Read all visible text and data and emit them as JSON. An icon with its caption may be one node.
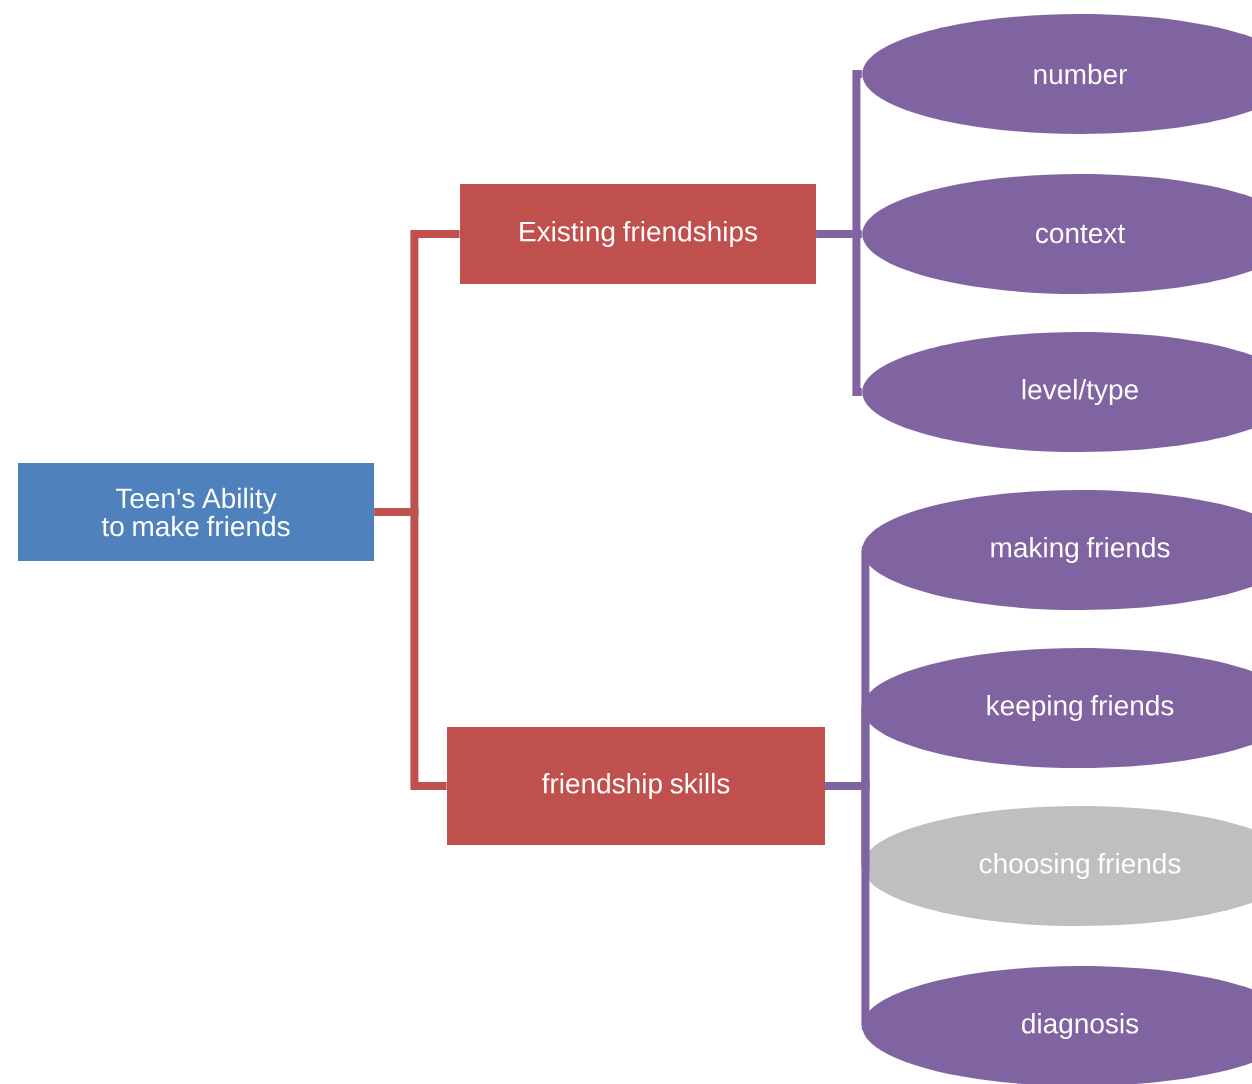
{
  "diagram": {
    "nodes": [
      {
        "text": [
          "Teen's Ability to make friends"
        ]
      },
      {
        "text": [
          "Existing friendships"
        ]
      },
      {
        "text": [
          "friendship skills"
        ]
      },
      {
        "text": [
          "number"
        ]
      },
      {
        "text": [
          "context"
        ]
      },
      {
        "text": [
          "level/type"
        ]
      },
      {
        "text": [
          "making friends"
        ]
      },
      {
        "text": [
          "keeping friends"
        ]
      },
      {
        "text": [
          "choosing friends"
        ]
      },
      {
        "text": [
          "diagnosis"
        ]
      }
    ],
    "edges": [
      {
        "from": 0,
        "to": 1,
        "arrow": "none"
      },
      {
        "from": 0,
        "to": 2,
        "arrow": "none"
      },
      {
        "from": 1,
        "to": 3,
        "arrow": "none",
        "color": "#8064a2"
      },
      {
        "from": 1,
        "to": 4,
        "arrow": "none",
        "color": "#8064a2"
      },
      {
        "from": 1,
        "to": 5,
        "arrow": "none",
        "color": "#8064a2"
      },
      {
        "from": 2,
        "to": 6,
        "arrow": "none",
        "color": "#8064a2"
      },
      {
        "from": 2,
        "to": 7,
        "arrow": "none",
        "color": "#8064a2"
      },
      {
        "from": 2,
        "to": 8,
        "arrow": "none",
        "color": "#8064a2"
      },
      {
        "from": 2,
        "to": 9,
        "arrow": "none",
        "color": "#8064a2"
      }
    ]
  }
}
